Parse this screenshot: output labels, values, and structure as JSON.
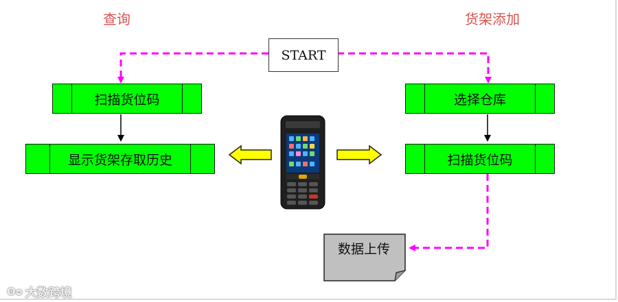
{
  "titles": {
    "left": "查询",
    "right": "货架添加"
  },
  "start_label": "START",
  "left_flow": {
    "step1": "扫描货位码",
    "step2": "显示货架存取历史"
  },
  "right_flow": {
    "step1": "选择仓库",
    "step2": "扫描货位码",
    "step3": "数据上传"
  },
  "watermark": "大数跨境",
  "colors": {
    "process_fill": "#00ff00",
    "dashed_connector": "#ff00ff",
    "title_text": "#d9534f",
    "arrow_fill": "#ffff00",
    "document_fill": "#c0c0c0"
  }
}
